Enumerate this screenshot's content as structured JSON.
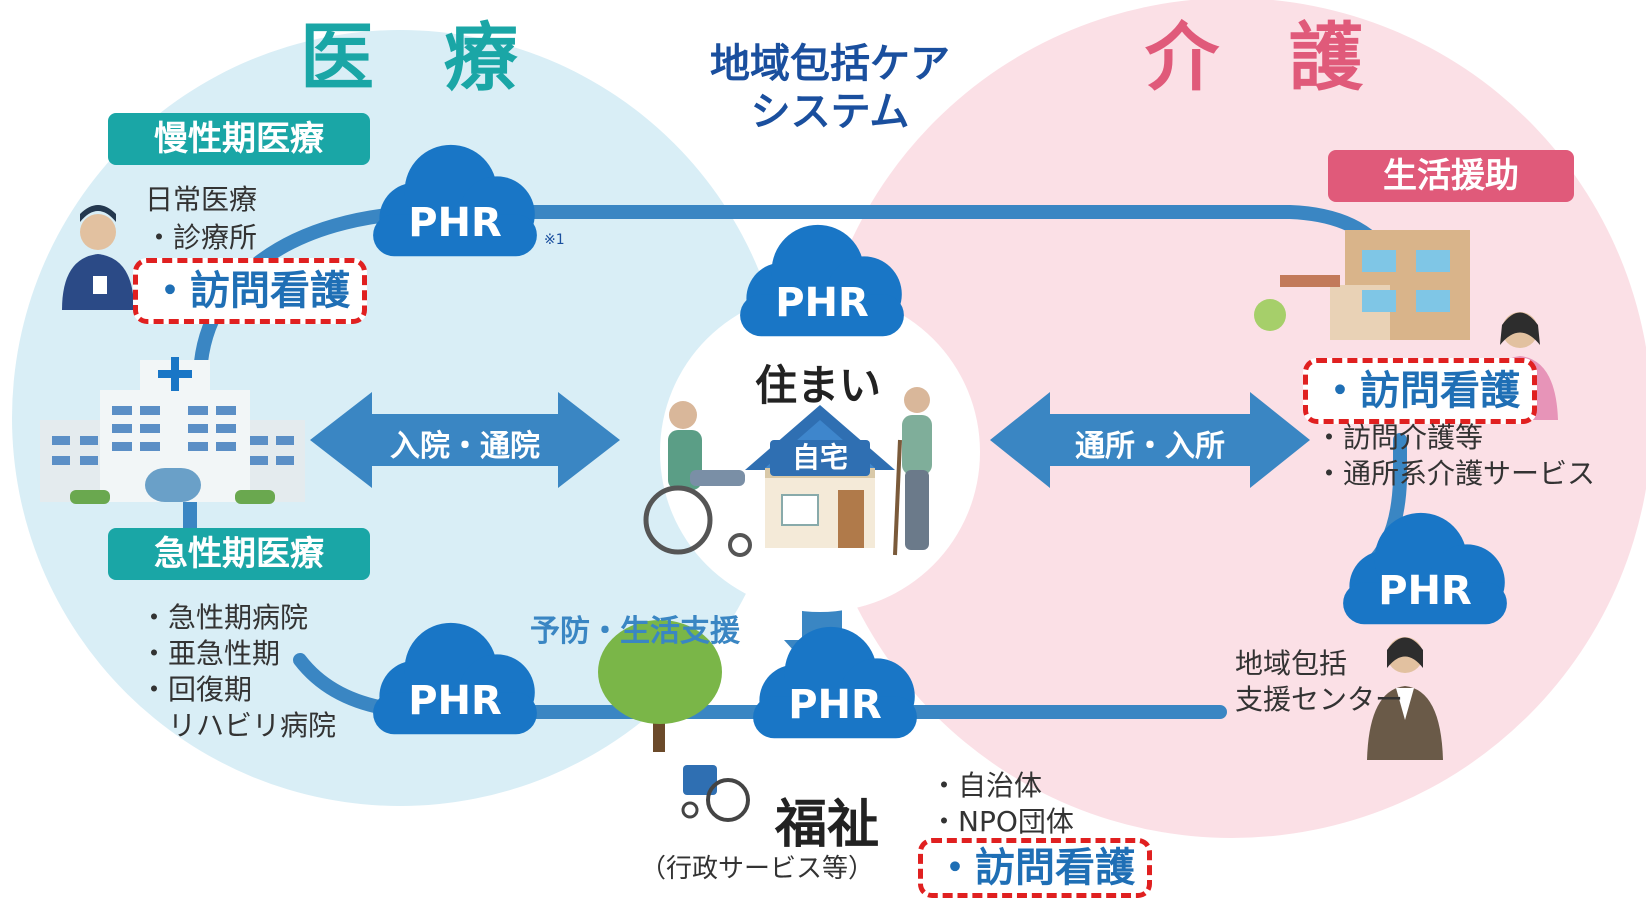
{
  "title": {
    "line1": "地域包括ケア",
    "line2": "システム"
  },
  "sections": {
    "medical": "医 療",
    "care": "介 護",
    "welfare": "福祉",
    "welfare_sub": "（行政サービス等）"
  },
  "chronic": {
    "header": "慢性期医療",
    "items": [
      "日常医療",
      "・診療所"
    ],
    "nursing": "・訪問看護"
  },
  "acute": {
    "header": "急性期医療",
    "items": [
      "・急性期病院",
      "・亜急性期",
      "・回復期",
      "　リハビリ病院"
    ]
  },
  "living_support": {
    "header": "生活援助",
    "nursing": "・訪問看護",
    "items": [
      "・訪問介護等",
      "・通所系介護サービス"
    ]
  },
  "center": {
    "label": "住まい",
    "house": "自宅"
  },
  "arrows": {
    "left": "入院・通院",
    "right": "通所・入所",
    "bottom": "予防・生活支援"
  },
  "phr": "PHR",
  "footnote": "※1",
  "community_center": [
    "地域包括",
    "支援センター"
  ],
  "welfare_items": [
    "・自治体",
    "・NPO団体"
  ],
  "welfare_nursing": "・訪問看護",
  "colors": {
    "medical_bg": "#d9eef6",
    "care_bg": "#fbe0e6",
    "teal": "#1aa6a6",
    "pink": "#e05a7a",
    "phr_blue": "#1976c6",
    "arrow_blue": "#3a86c3",
    "nurse_red": "#e02020"
  }
}
